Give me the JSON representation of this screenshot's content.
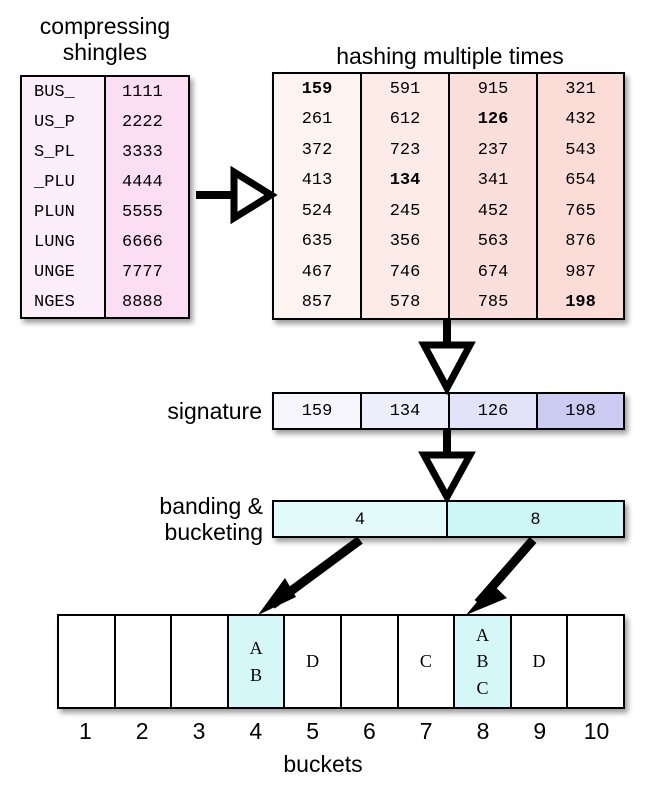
{
  "diagram": {
    "title": "LSH minhash banding and bucketing pipeline",
    "captions": {
      "compressing": "compressing\nshingles",
      "hashing": "hashing multiple times",
      "signature": "signature",
      "banding": "banding &\nbucketing",
      "buckets": "buckets"
    },
    "colors": {
      "shingle_col_left": "#fdeffa",
      "shingle_col_right": "#fbddf4",
      "hash_col_1": "#fdf4f2",
      "hash_col_2": "#fcebe7",
      "hash_col_3": "#fbdfda",
      "hash_col_4": "#fbdcd7",
      "signature_1": "#f7f6fd",
      "signature_2": "#eeedfb",
      "signature_3": "#e3e2f8",
      "signature_4": "#ccccf2",
      "band_1": "#e3fafa",
      "band_2": "#cdf6f7",
      "bucket_highlight": "#d6f7f7",
      "stroke": "#000000",
      "background": "#ffffff"
    },
    "shingles_table": {
      "shingles": [
        "BUS_",
        "US_P",
        "S_PL",
        "_PLU",
        "PLUN",
        "LUNG",
        "UNGE",
        "NGES"
      ],
      "codes": [
        "1111",
        "2222",
        "3333",
        "4444",
        "5555",
        "6666",
        "7777",
        "8888"
      ]
    },
    "hash_table": {
      "columns": [
        {
          "values": [
            "159",
            "261",
            "372",
            "413",
            "524",
            "635",
            "467",
            "857"
          ],
          "bold_index": 0
        },
        {
          "values": [
            "591",
            "612",
            "723",
            "134",
            "245",
            "356",
            "746",
            "578"
          ],
          "bold_index": 3
        },
        {
          "values": [
            "915",
            "126",
            "237",
            "341",
            "452",
            "563",
            "674",
            "785"
          ],
          "bold_index": 1
        },
        {
          "values": [
            "321",
            "432",
            "543",
            "654",
            "765",
            "876",
            "987",
            "198"
          ],
          "bold_index": 7
        }
      ]
    },
    "signature": {
      "values": [
        "159",
        "134",
        "126",
        "198"
      ]
    },
    "bands": {
      "values": [
        "4",
        "8"
      ]
    },
    "buckets": {
      "numbers": [
        "1",
        "2",
        "3",
        "4",
        "5",
        "6",
        "7",
        "8",
        "9",
        "10"
      ],
      "contents": [
        {
          "items": [],
          "highlighted": false
        },
        {
          "items": [],
          "highlighted": false
        },
        {
          "items": [],
          "highlighted": false
        },
        {
          "items": [
            "A",
            "B"
          ],
          "highlighted": true
        },
        {
          "items": [
            "D"
          ],
          "highlighted": false
        },
        {
          "items": [],
          "highlighted": false
        },
        {
          "items": [
            "C"
          ],
          "highlighted": false
        },
        {
          "items": [
            "A",
            "B",
            "C"
          ],
          "highlighted": true
        },
        {
          "items": [
            "D"
          ],
          "highlighted": false
        },
        {
          "items": [],
          "highlighted": false
        }
      ]
    },
    "arrows": [
      {
        "name": "shingles-to-hashing",
        "style": "hollow-triangle",
        "direction": "right"
      },
      {
        "name": "hashing-to-signature",
        "style": "hollow-triangle",
        "direction": "down"
      },
      {
        "name": "signature-to-banding",
        "style": "hollow-triangle",
        "direction": "down"
      },
      {
        "name": "band4-to-bucket4",
        "style": "solid",
        "direction": "down-left"
      },
      {
        "name": "band8-to-bucket8",
        "style": "solid",
        "direction": "down-left"
      }
    ]
  }
}
